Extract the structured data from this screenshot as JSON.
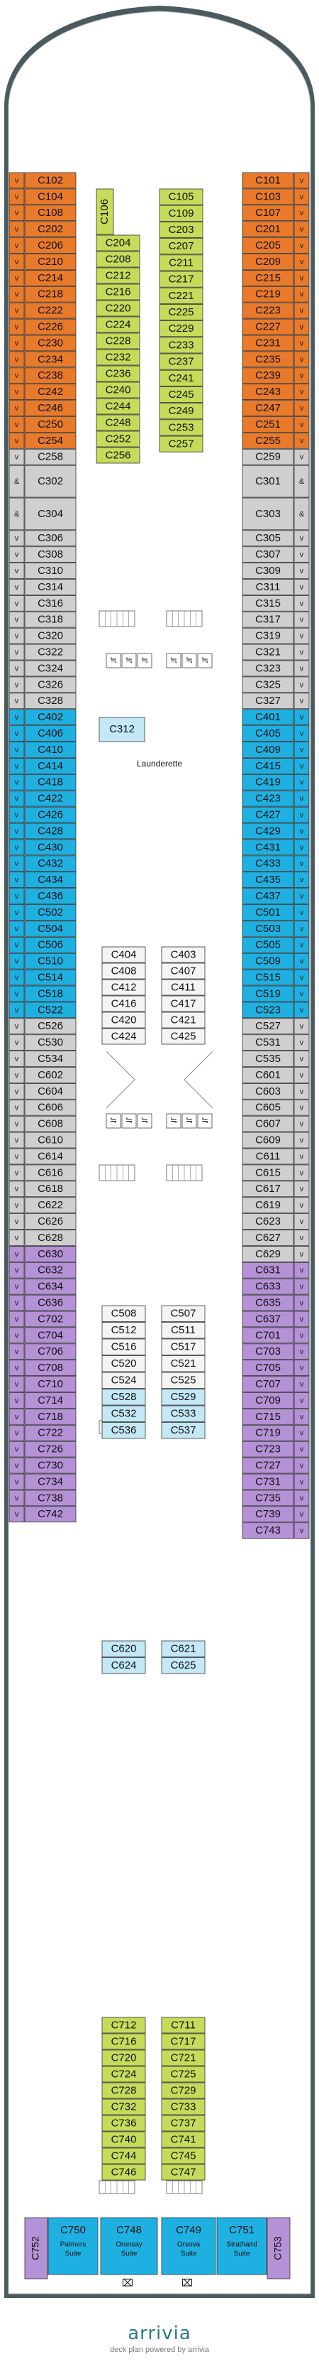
{
  "colors": {
    "orange": "#e97a2a",
    "green": "#c4dc5a",
    "gray": "#cfcfcf",
    "blue": "#1fb0e2",
    "lightblue": "#c4e8f6",
    "purple": "#b591d6",
    "hull": "#4a5a5e",
    "deck": "#ffffff"
  },
  "legend": {
    "v": "v",
    "wheelchair": "&"
  },
  "decks": {
    "left_outer": [
      {
        "label": "C102",
        "c": "orange"
      },
      {
        "label": "C104",
        "c": "orange"
      },
      {
        "label": "C108",
        "c": "orange"
      },
      {
        "label": "C202",
        "c": "orange"
      },
      {
        "label": "C206",
        "c": "orange"
      },
      {
        "label": "C210",
        "c": "orange"
      },
      {
        "label": "C214",
        "c": "orange"
      },
      {
        "label": "C218",
        "c": "orange"
      },
      {
        "label": "C222",
        "c": "orange"
      },
      {
        "label": "C226",
        "c": "orange"
      },
      {
        "label": "C230",
        "c": "orange"
      },
      {
        "label": "C234",
        "c": "orange"
      },
      {
        "label": "C238",
        "c": "orange"
      },
      {
        "label": "C242",
        "c": "orange"
      },
      {
        "label": "C246",
        "c": "orange"
      },
      {
        "label": "C250",
        "c": "orange"
      },
      {
        "label": "C254",
        "c": "orange"
      },
      {
        "label": "C258",
        "c": "gray"
      },
      {
        "label": "C302",
        "c": "gray",
        "t": "span2"
      },
      {
        "label": "C304",
        "c": "gray",
        "t": "span2"
      },
      {
        "label": "C306",
        "c": "gray"
      },
      {
        "label": "C308",
        "c": "gray"
      },
      {
        "label": "C310",
        "c": "gray"
      },
      {
        "label": "C314",
        "c": "gray"
      },
      {
        "label": "C316",
        "c": "gray"
      },
      {
        "label": "C318",
        "c": "gray"
      },
      {
        "label": "C320",
        "c": "gray"
      },
      {
        "label": "C322",
        "c": "gray"
      },
      {
        "label": "C324",
        "c": "gray"
      },
      {
        "label": "C326",
        "c": "gray"
      },
      {
        "label": "C328",
        "c": "gray"
      },
      {
        "label": "C402",
        "c": "blue"
      },
      {
        "label": "C406",
        "c": "blue"
      },
      {
        "label": "C410",
        "c": "blue"
      },
      {
        "label": "C414",
        "c": "blue"
      },
      {
        "label": "C418",
        "c": "blue"
      },
      {
        "label": "C422",
        "c": "blue"
      },
      {
        "label": "C426",
        "c": "blue"
      },
      {
        "label": "C428",
        "c": "blue"
      },
      {
        "label": "C430",
        "c": "blue"
      },
      {
        "label": "C432",
        "c": "blue"
      },
      {
        "label": "C434",
        "c": "blue"
      },
      {
        "label": "C436",
        "c": "blue"
      },
      {
        "label": "C502",
        "c": "blue"
      },
      {
        "label": "C504",
        "c": "blue"
      },
      {
        "label": "C506",
        "c": "blue"
      },
      {
        "label": "C510",
        "c": "blue"
      },
      {
        "label": "C514",
        "c": "blue"
      },
      {
        "label": "C518",
        "c": "blue"
      },
      {
        "label": "C522",
        "c": "blue"
      },
      {
        "label": "C526",
        "c": "gray"
      },
      {
        "label": "C530",
        "c": "gray"
      },
      {
        "label": "C534",
        "c": "gray"
      },
      {
        "label": "C602",
        "c": "gray"
      },
      {
        "label": "C604",
        "c": "gray"
      },
      {
        "label": "C606",
        "c": "gray"
      },
      {
        "label": "C608",
        "c": "gray"
      },
      {
        "label": "C610",
        "c": "gray"
      },
      {
        "label": "C614",
        "c": "gray"
      },
      {
        "label": "C616",
        "c": "gray"
      },
      {
        "label": "C618",
        "c": "gray"
      },
      {
        "label": "C622",
        "c": "gray"
      },
      {
        "label": "C626",
        "c": "gray"
      },
      {
        "label": "C628",
        "c": "gray"
      },
      {
        "label": "C630",
        "c": "purple"
      },
      {
        "label": "C632",
        "c": "purple"
      },
      {
        "label": "C634",
        "c": "purple"
      },
      {
        "label": "C636",
        "c": "purple"
      },
      {
        "label": "C702",
        "c": "purple"
      },
      {
        "label": "C704",
        "c": "purple"
      },
      {
        "label": "C706",
        "c": "purple"
      },
      {
        "label": "C708",
        "c": "purple"
      },
      {
        "label": "C710",
        "c": "purple"
      },
      {
        "label": "C714",
        "c": "purple"
      },
      {
        "label": "C718",
        "c": "purple"
      },
      {
        "label": "C722",
        "c": "purple"
      },
      {
        "label": "C726",
        "c": "purple"
      },
      {
        "label": "C730",
        "c": "purple"
      },
      {
        "label": "C734",
        "c": "purple"
      },
      {
        "label": "C738",
        "c": "purple"
      },
      {
        "label": "C742",
        "c": "purple"
      }
    ],
    "right_outer": [
      {
        "label": "C101",
        "c": "orange"
      },
      {
        "label": "C103",
        "c": "orange"
      },
      {
        "label": "C107",
        "c": "orange"
      },
      {
        "label": "C201",
        "c": "orange"
      },
      {
        "label": "C205",
        "c": "orange"
      },
      {
        "label": "C209",
        "c": "orange"
      },
      {
        "label": "C215",
        "c": "orange"
      },
      {
        "label": "C219",
        "c": "orange"
      },
      {
        "label": "C223",
        "c": "orange"
      },
      {
        "label": "C227",
        "c": "orange"
      },
      {
        "label": "C231",
        "c": "orange"
      },
      {
        "label": "C235",
        "c": "orange"
      },
      {
        "label": "C239",
        "c": "orange"
      },
      {
        "label": "C243",
        "c": "orange"
      },
      {
        "label": "C247",
        "c": "orange"
      },
      {
        "label": "C251",
        "c": "orange"
      },
      {
        "label": "C255",
        "c": "orange"
      },
      {
        "label": "C259",
        "c": "gray"
      },
      {
        "label": "C301",
        "c": "gray",
        "t": "span2"
      },
      {
        "label": "C303",
        "c": "gray",
        "t": "span2"
      },
      {
        "label": "C305",
        "c": "gray"
      },
      {
        "label": "C307",
        "c": "gray"
      },
      {
        "label": "C309",
        "c": "gray"
      },
      {
        "label": "C311",
        "c": "gray"
      },
      {
        "label": "C315",
        "c": "gray"
      },
      {
        "label": "C317",
        "c": "gray"
      },
      {
        "label": "C319",
        "c": "gray"
      },
      {
        "label": "C321",
        "c": "gray"
      },
      {
        "label": "C323",
        "c": "gray"
      },
      {
        "label": "C325",
        "c": "gray"
      },
      {
        "label": "C327",
        "c": "gray"
      },
      {
        "label": "C401",
        "c": "blue"
      },
      {
        "label": "C405",
        "c": "blue"
      },
      {
        "label": "C409",
        "c": "blue"
      },
      {
        "label": "C415",
        "c": "blue"
      },
      {
        "label": "C419",
        "c": "blue"
      },
      {
        "label": "C423",
        "c": "blue"
      },
      {
        "label": "C427",
        "c": "blue"
      },
      {
        "label": "C429",
        "c": "blue"
      },
      {
        "label": "C431",
        "c": "blue"
      },
      {
        "label": "C433",
        "c": "blue"
      },
      {
        "label": "C435",
        "c": "blue"
      },
      {
        "label": "C437",
        "c": "blue"
      },
      {
        "label": "C501",
        "c": "blue"
      },
      {
        "label": "C503",
        "c": "blue"
      },
      {
        "label": "C505",
        "c": "blue"
      },
      {
        "label": "C509",
        "c": "blue"
      },
      {
        "label": "C515",
        "c": "blue"
      },
      {
        "label": "C519",
        "c": "blue"
      },
      {
        "label": "C523",
        "c": "blue"
      },
      {
        "label": "C527",
        "c": "gray"
      },
      {
        "label": "C531",
        "c": "gray"
      },
      {
        "label": "C535",
        "c": "gray"
      },
      {
        "label": "C601",
        "c": "gray"
      },
      {
        "label": "C603",
        "c": "gray"
      },
      {
        "label": "C605",
        "c": "gray"
      },
      {
        "label": "C607",
        "c": "gray"
      },
      {
        "label": "C609",
        "c": "gray"
      },
      {
        "label": "C611",
        "c": "gray"
      },
      {
        "label": "C615",
        "c": "gray"
      },
      {
        "label": "C617",
        "c": "gray"
      },
      {
        "label": "C619",
        "c": "gray"
      },
      {
        "label": "C623",
        "c": "gray"
      },
      {
        "label": "C627",
        "c": "gray"
      },
      {
        "label": "C629",
        "c": "gray"
      },
      {
        "label": "C631",
        "c": "purple"
      },
      {
        "label": "C633",
        "c": "purple"
      },
      {
        "label": "C635",
        "c": "purple"
      },
      {
        "label": "C637",
        "c": "purple"
      },
      {
        "label": "C701",
        "c": "purple"
      },
      {
        "label": "C703",
        "c": "purple"
      },
      {
        "label": "C705",
        "c": "purple"
      },
      {
        "label": "C707",
        "c": "purple"
      },
      {
        "label": "C709",
        "c": "purple"
      },
      {
        "label": "C715",
        "c": "purple"
      },
      {
        "label": "C719",
        "c": "purple"
      },
      {
        "label": "C723",
        "c": "purple"
      },
      {
        "label": "C727",
        "c": "purple"
      },
      {
        "label": "C731",
        "c": "purple"
      },
      {
        "label": "C735",
        "c": "purple"
      },
      {
        "label": "C739",
        "c": "purple"
      },
      {
        "label": "C743",
        "c": "purple"
      }
    ],
    "inner_top_left": [
      "C204",
      "C208",
      "C212",
      "C216",
      "C220",
      "C224",
      "C228",
      "C232",
      "C236",
      "C240",
      "C244",
      "C248",
      "C252",
      "C256"
    ],
    "inner_top_right": [
      "C105",
      "C109",
      "C203",
      "C207",
      "C211",
      "C217",
      "C221",
      "C225",
      "C229",
      "C233",
      "C237",
      "C241",
      "C245",
      "C249",
      "C253",
      "C257"
    ],
    "inner_top_vertical": "C106",
    "c312": "C312",
    "launderette": "Launderette",
    "inner_4_left": [
      "C404",
      "C408",
      "C412",
      "C416",
      "C420",
      "C424"
    ],
    "inner_4_right": [
      "C403",
      "C407",
      "C411",
      "C417",
      "C421",
      "C425"
    ],
    "inner_5_left": [
      "C508",
      "C512",
      "C516",
      "C520",
      "C524",
      "C528",
      "C532",
      "C536"
    ],
    "inner_5_right": [
      "C507",
      "C511",
      "C517",
      "C521",
      "C525",
      "C529",
      "C533",
      "C537"
    ],
    "inner_6_left": [
      "C620",
      "C624"
    ],
    "inner_6_right": [
      "C621",
      "C625"
    ],
    "inner_7_left": [
      "C712",
      "C716",
      "C720",
      "C724",
      "C728",
      "C732",
      "C736",
      "C740",
      "C744",
      "C746"
    ],
    "inner_7_right": [
      "C711",
      "C717",
      "C721",
      "C725",
      "C729",
      "C733",
      "C737",
      "C741",
      "C745",
      "C747"
    ],
    "suites": [
      {
        "num": "C750",
        "name": "Palmers",
        "sub": "Suite"
      },
      {
        "num": "C748",
        "name": "Oronsay",
        "sub": "Suite"
      },
      {
        "num": "C749",
        "name": "Orsova",
        "sub": "Suite"
      },
      {
        "num": "C751",
        "name": "Strathaird",
        "sub": "Suite"
      }
    ],
    "aft_left": "C752",
    "aft_right": "C753"
  },
  "footer": {
    "logo": "arrivia",
    "caption": "deck plan powered by arrivia"
  }
}
